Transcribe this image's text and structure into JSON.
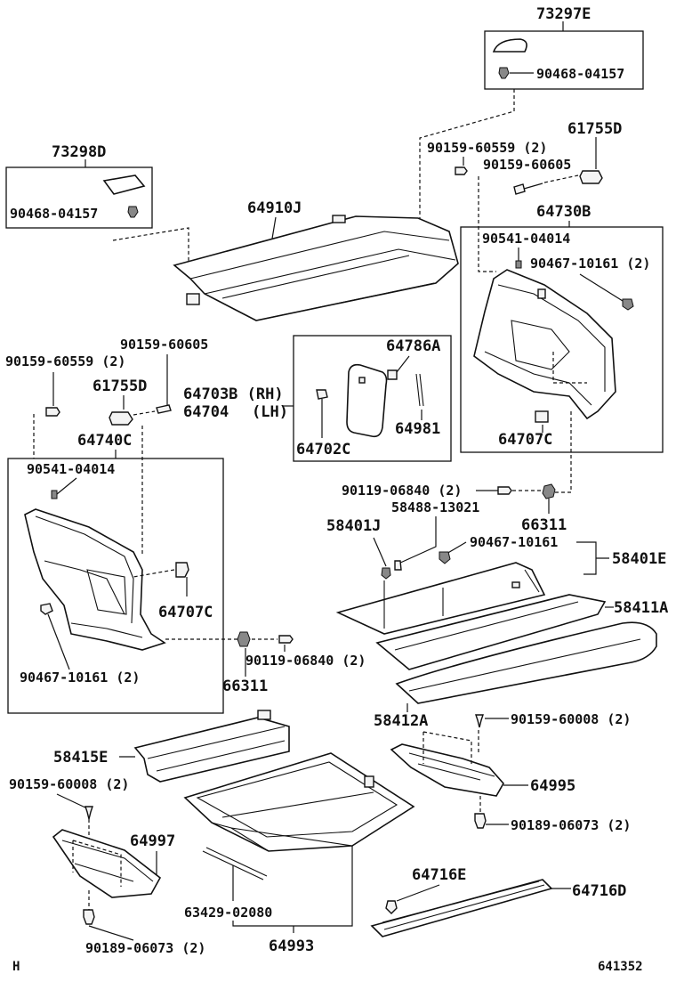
{
  "labels": {
    "p73297E": "73297E",
    "p90468_04157_a": "90468-04157",
    "p73298D": "73298D",
    "p90468_04157_b": "90468-04157",
    "p64910J": "64910J",
    "p90159_60559_top": "90159-60559 (2)",
    "p90159_60605_top": "90159-60605",
    "p61755D_top": "61755D",
    "p64730B": "64730B",
    "p90541_04014_r": "90541-04014",
    "p90467_10161_r": "90467-10161 (2)",
    "p64707C_r": "64707C",
    "p90159_60605_l": "90159-60605",
    "p90159_60559_l": "90159-60559 (2)",
    "p61755D_l": "61755D",
    "p64703B": "64703B (RH)",
    "p64704": "64704",
    "p64704_lh": "(LH)",
    "p64786A": "64786A",
    "p64702C": "64702C",
    "p64981": "64981",
    "p64740C": "64740C",
    "p90541_04014_l": "90541-04014",
    "p64707C_l": "64707C",
    "p90467_10161_l": "90467-10161 (2)",
    "p90119_06840_r": "90119-06840 (2)",
    "p58488_13021": "58488-13021",
    "p66311_r": "66311",
    "p58401J": "58401J",
    "p90467_10161_m": "90467-10161",
    "p58401E": "58401E",
    "p58411A": "58411A",
    "p90119_06840_l": "90119-06840 (2)",
    "p66311_l": "66311",
    "p58412A": "58412A",
    "p90159_60008_r": "90159-60008 (2)",
    "p58415E": "58415E",
    "p64995": "64995",
    "p90159_60008_l": "90159-60008 (2)",
    "p90189_06073_r": "90189-06073 (2)",
    "p64997": "64997",
    "p64716E": "64716E",
    "p64716D": "64716D",
    "p63429_02080": "63429-02080",
    "p90189_06073_l": "90189-06073 (2)",
    "p64993": "64993",
    "corner_left": "H",
    "corner_right": "641352"
  }
}
